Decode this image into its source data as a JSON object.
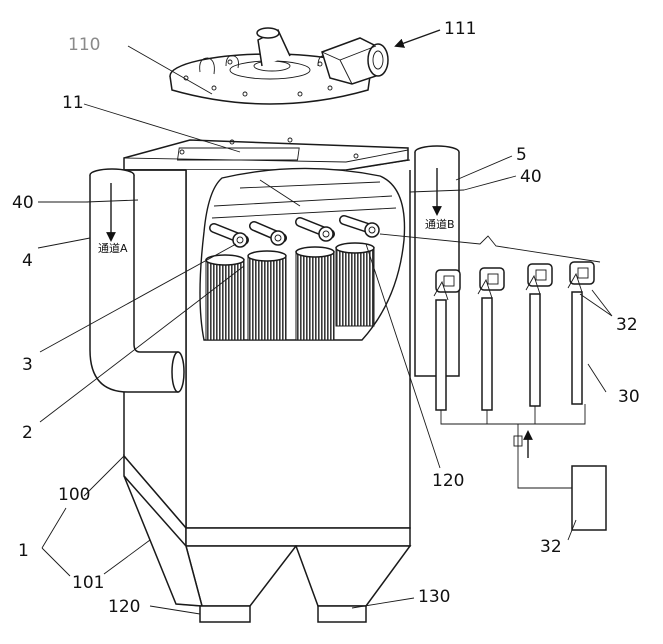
{
  "labels": {
    "r110": "110",
    "r111": "111",
    "r11": "11",
    "r5": "5",
    "r40_right": "40",
    "r40_left": "40",
    "r4": "4",
    "r3": "3",
    "r2": "2",
    "r32_valves": "32",
    "r30": "30",
    "r120_mid": "120",
    "r100": "100",
    "r1": "1",
    "r101": "101",
    "r32_box": "32",
    "r120_bottom": "120",
    "r130": "130"
  },
  "channels": {
    "a": "通道A",
    "b": "通道B"
  }
}
